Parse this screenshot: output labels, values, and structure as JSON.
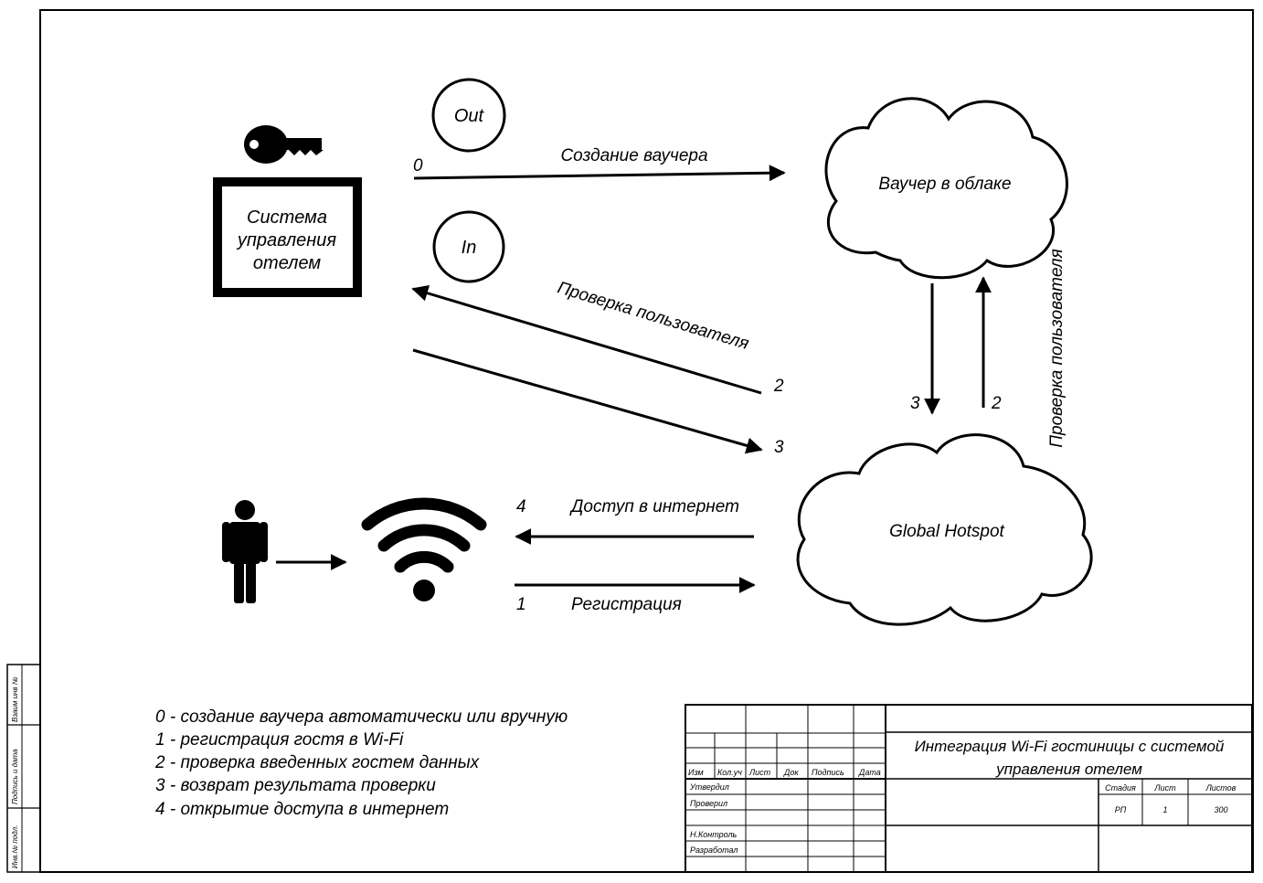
{
  "diagram": {
    "pms_label": [
      "Система",
      "управления",
      "отелем"
    ],
    "out_label": "Out",
    "in_label": "In",
    "cloud_voucher_label": "Ваучер в облаке",
    "cloud_hotspot_label": "Global Hotspot",
    "arrow_create_label": "Создание ваучера",
    "arrow_create_num": "0",
    "arrow_check_label": "Проверка пользователя",
    "arrow_check_num": "2",
    "arrow_return_num": "3",
    "vertical_down_num": "3",
    "vertical_up_num": "2",
    "vertical_check_label": "Проверка пользователя",
    "access_num": "4",
    "access_label": "Доступ в интернет",
    "register_num": "1",
    "register_label": "Регистрация"
  },
  "legend": [
    "0 - создание ваучера автоматически или вручную",
    "1 - регистрация гостя в Wi-Fi",
    "2 - проверка введенных гостем данных",
    "3 - возврат результата проверки",
    "4 - открытие доступа в интернет"
  ],
  "stamp": {
    "title_line1": "Интеграция Wi-Fi гостиницы с системой",
    "title_line2": "управления отелем",
    "columns": [
      "Изм",
      "Кол.уч",
      "Лист",
      "Док",
      "Подпись",
      "Дата"
    ],
    "rows": [
      "Утвердил",
      "Проверил",
      "",
      "Н.Контроль",
      "Разработал"
    ],
    "info_headers": [
      "Стадия",
      "Лист",
      "Листов"
    ],
    "info_values": [
      "РП",
      "1",
      "300"
    ]
  },
  "side_stamp": [
    "Взаим инв №",
    "Подпись и дата",
    "Инв.№ подл."
  ]
}
